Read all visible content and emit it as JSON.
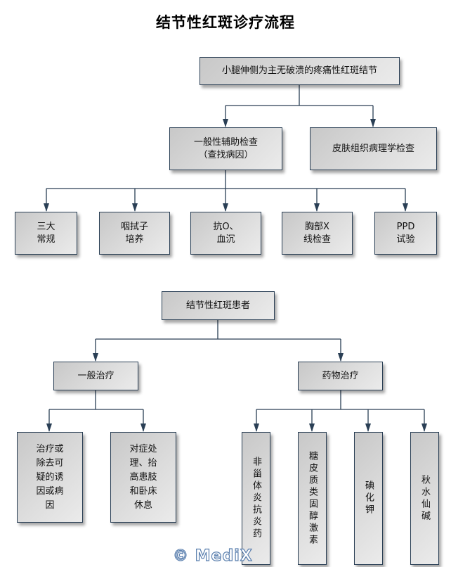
{
  "title": "结节性红斑诊疗流程",
  "colors": {
    "line": "#2a3f55",
    "box_fill_start": "#c8c8c8",
    "box_fill_end": "#ebebeb",
    "watermark": "#5a7fae"
  },
  "diagnosis": {
    "root": "小腿伸侧为主无破溃的疼痛性红斑结节",
    "branches": [
      {
        "label": "一般性辅助检查\n（查找病因）"
      },
      {
        "label": "皮肤组织病理学检查"
      }
    ],
    "general_tests": [
      {
        "label": "三大\n常规"
      },
      {
        "label": "咽拭子\n培养"
      },
      {
        "label": "抗O、\n血沉"
      },
      {
        "label": "胸部X\n线检查"
      },
      {
        "label": "PPD\n试验"
      }
    ]
  },
  "treatment": {
    "root": "结节性红斑患者",
    "branches": [
      {
        "label": "一般治疗"
      },
      {
        "label": "药物治疗"
      }
    ],
    "general_items": [
      {
        "label": "治疗或\n除去可\n疑的诱\n因或病\n因"
      },
      {
        "label": "对症处\n理、抬\n高患肢\n和卧床\n休息"
      }
    ],
    "drug_items": [
      {
        "label": "非甾体炎抗炎药"
      },
      {
        "label": "糖皮质类固醇激素"
      },
      {
        "label": "碘化钾"
      },
      {
        "label": "秋水仙碱"
      }
    ]
  },
  "watermark": "© MediX"
}
